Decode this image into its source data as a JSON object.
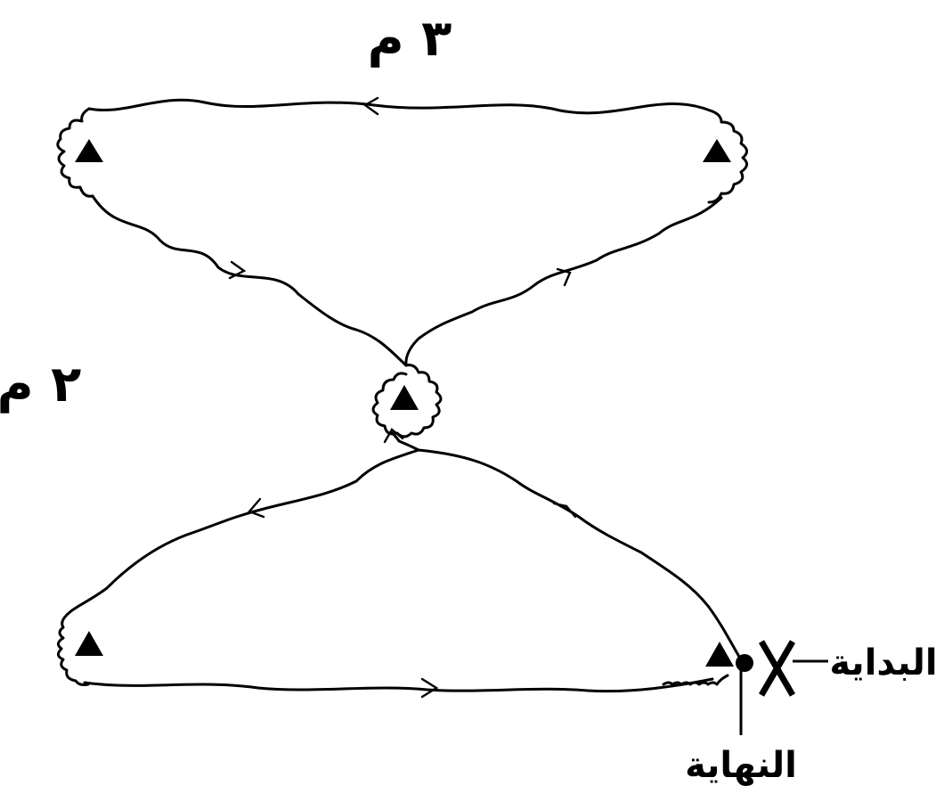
{
  "labels": {
    "top_dimension": "٣ م",
    "side_dimension": "٢ م",
    "start": "البداية",
    "end": "النهاية"
  },
  "colors": {
    "line": "#000000",
    "background": "#ffffff"
  },
  "icons": {
    "cone": "triangle",
    "start_marker": "x-mark",
    "end_marker": "dot"
  }
}
